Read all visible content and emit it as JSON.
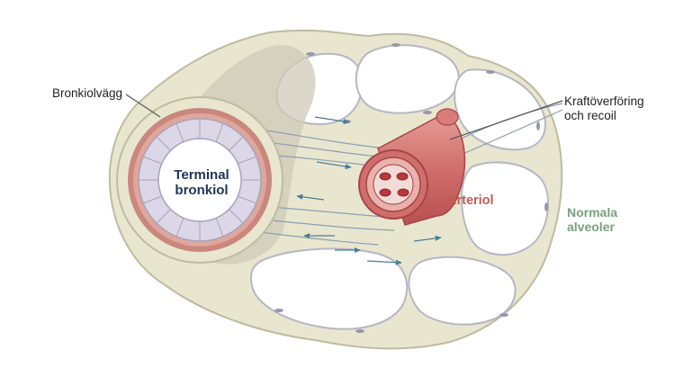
{
  "labels": {
    "bronchiole_wall": "Bronkiolvägg",
    "terminal_bronchiole": [
      "Terminal",
      "bronkiol"
    ],
    "arteriole": "Arteriol",
    "force_transfer": [
      "Kraftöverföring",
      "och recoil"
    ],
    "normal_alveoli": [
      "Normala",
      "alveoler"
    ]
  },
  "colors": {
    "tissue": "#e9e6cf",
    "tissue_edge": "#bfbba0",
    "muscle": "#c9877e",
    "vessel_wall": "#cf6e6b",
    "blood_cell": "#b8383b",
    "epithelium": "#dcd7e6",
    "force_lines": "#8aa0b2",
    "arrow": "#4a7f95",
    "label_dark": "#1d3557",
    "label_red": "#c45a55",
    "label_green": "#7aa07c"
  }
}
